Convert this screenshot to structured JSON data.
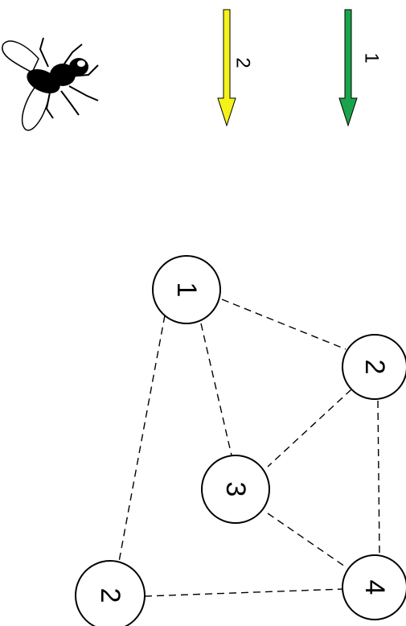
{
  "legend": {
    "arrows": [
      {
        "id": "arrow-1",
        "label": "1",
        "color": "#1aa34a"
      },
      {
        "id": "arrow-2",
        "label": "2",
        "color": "#f5f21a"
      }
    ],
    "icon": "fly-icon"
  },
  "graph": {
    "nodes": [
      {
        "id": "n1",
        "label": "1"
      },
      {
        "id": "n2a",
        "label": "2"
      },
      {
        "id": "n3",
        "label": "3"
      },
      {
        "id": "n4",
        "label": "4"
      },
      {
        "id": "n2b",
        "label": "2"
      }
    ],
    "edges": [
      {
        "from": "n1",
        "to": "n2a"
      },
      {
        "from": "n1",
        "to": "n3"
      },
      {
        "from": "n1",
        "to": "n2b"
      },
      {
        "from": "n2a",
        "to": "n3"
      },
      {
        "from": "n2a",
        "to": "n4"
      },
      {
        "from": "n3",
        "to": "n4"
      },
      {
        "from": "n2b",
        "to": "n4"
      }
    ],
    "edge_style": "dashed"
  }
}
